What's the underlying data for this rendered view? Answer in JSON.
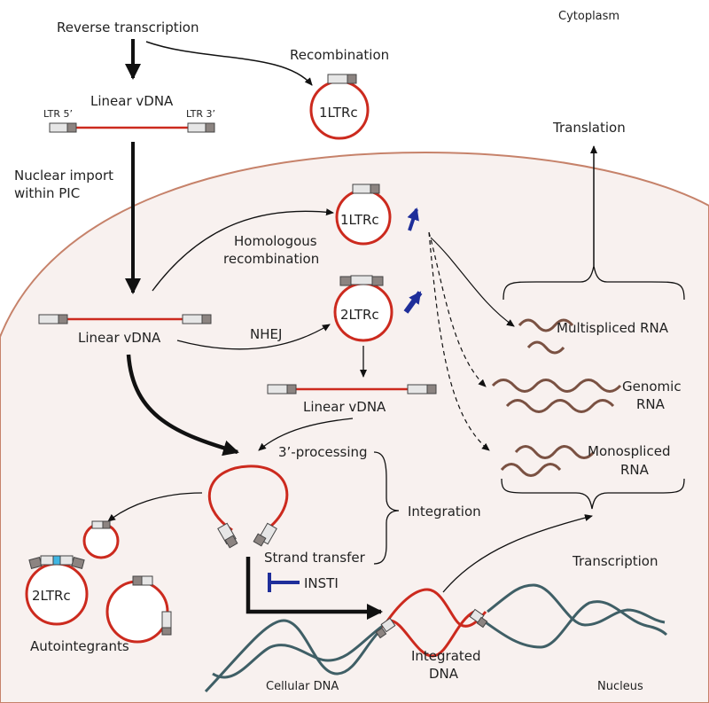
{
  "labels": {
    "reverse_transcription": "Reverse transcription",
    "recombination": "Recombination",
    "cytoplasm": "Cytoplasm",
    "linear_vdna_top": "Linear vDNA",
    "ltr5": "LTR 5’",
    "ltr3": "LTR 3’",
    "one_ltrc_top": "1LTRc",
    "translation": "Translation",
    "nuclear_import_l1": "Nuclear import",
    "nuclear_import_l2": "within PIC",
    "one_ltrc_nuc": "1LTRc",
    "homologous_l1": "Homologous",
    "homologous_l2": "recombination",
    "two_ltrc_nuc": "2LTRc",
    "linear_vdna_mid": "Linear vDNA",
    "nhej": "NHEJ",
    "multispliced_rna": "Multispliced RNA",
    "genomic_l1": "Genomic",
    "genomic_l2": "RNA",
    "linear_vdna_low": "Linear vDNA",
    "monospliced_l1": "Monospliced",
    "monospliced_l2": "RNA",
    "three_processing": "3’-processing",
    "integration": "Integration",
    "strand_transfer": "Strand transfer",
    "insti": "INSTI",
    "transcription": "Transcription",
    "two_ltrc_auto": "2LTRc",
    "autointegrants": "Autointegrants",
    "integrated_l1": "Integrated",
    "integrated_l2": "DNA",
    "cellular_dna": "Cellular DNA",
    "nucleus": "Nucleus"
  },
  "colors": {
    "nucleus_fill": "#f8f1ef",
    "nucleus_edge": "#c6826a",
    "viral_dna": "#cc2a1e",
    "rna": "#7a5142",
    "host_dna": "#3f5f66",
    "blue_arrow": "#1f2e9a",
    "ltr_light": "#e6e6e6",
    "ltr_dark": "#8c8481",
    "highlight": "#3fb6e3"
  }
}
